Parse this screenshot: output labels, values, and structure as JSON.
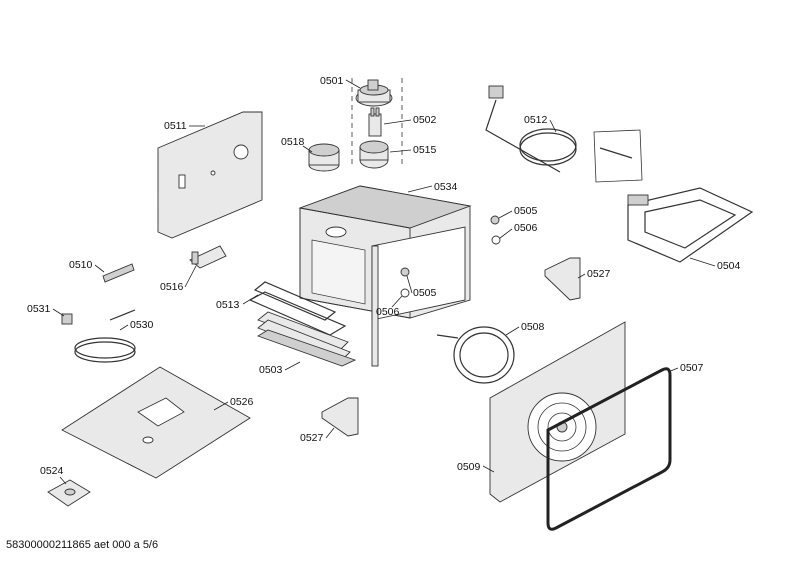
{
  "diagram": {
    "callouts": [
      "0501",
      "0502",
      "0515",
      "0518",
      "0511",
      "0534",
      "0505",
      "0506",
      "0510",
      "0516",
      "0513",
      "0505",
      "0506",
      "0531",
      "0530",
      "0503",
      "0512",
      "0504",
      "0527",
      "0508",
      "0507",
      "0526",
      "0527",
      "0509",
      "0524"
    ]
  },
  "footer": {
    "text": "58300000211865 aet 000 a 5/6"
  }
}
